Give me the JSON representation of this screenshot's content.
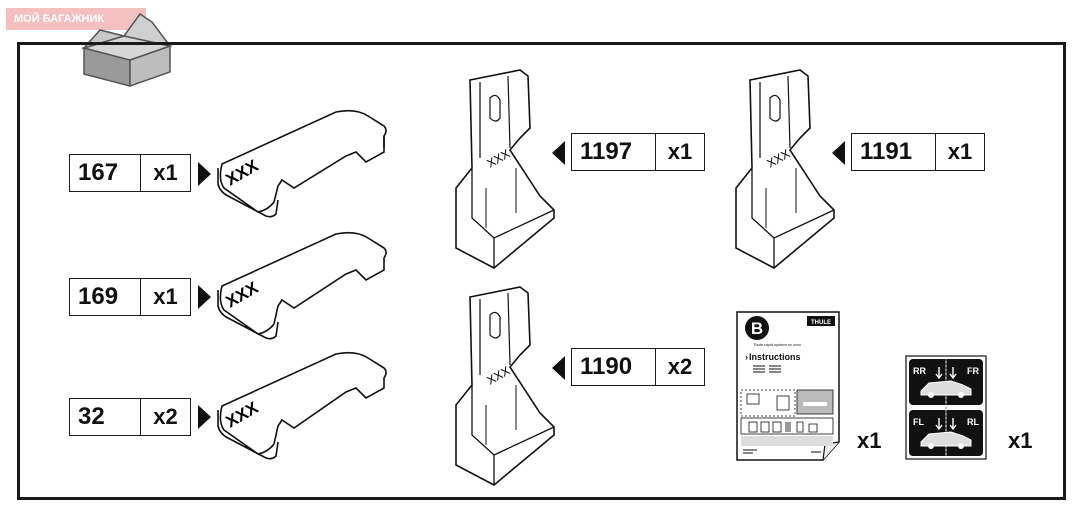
{
  "watermark": "МОЙ БАГАЖНИК",
  "parts": [
    {
      "code": "167",
      "qty": "x1",
      "mark": "XXX"
    },
    {
      "code": "169",
      "qty": "x1",
      "mark": "XXX"
    },
    {
      "code": "32",
      "qty": "x2",
      "mark": "XXX"
    },
    {
      "code": "1197",
      "qty": "x1",
      "mark": "XXX"
    },
    {
      "code": "1191",
      "qty": "x1",
      "mark": "XXX"
    },
    {
      "code": "1190",
      "qty": "x2",
      "mark": "XXX"
    }
  ],
  "instructions": {
    "letter": "B",
    "brand": "THULE",
    "subtitle": "Thule rapid system xx xxxx",
    "heading": "Instructions",
    "qty": "x1"
  },
  "stickers": {
    "labels": [
      "RR",
      "FR",
      "FL",
      "RL"
    ],
    "qty": "x1"
  }
}
